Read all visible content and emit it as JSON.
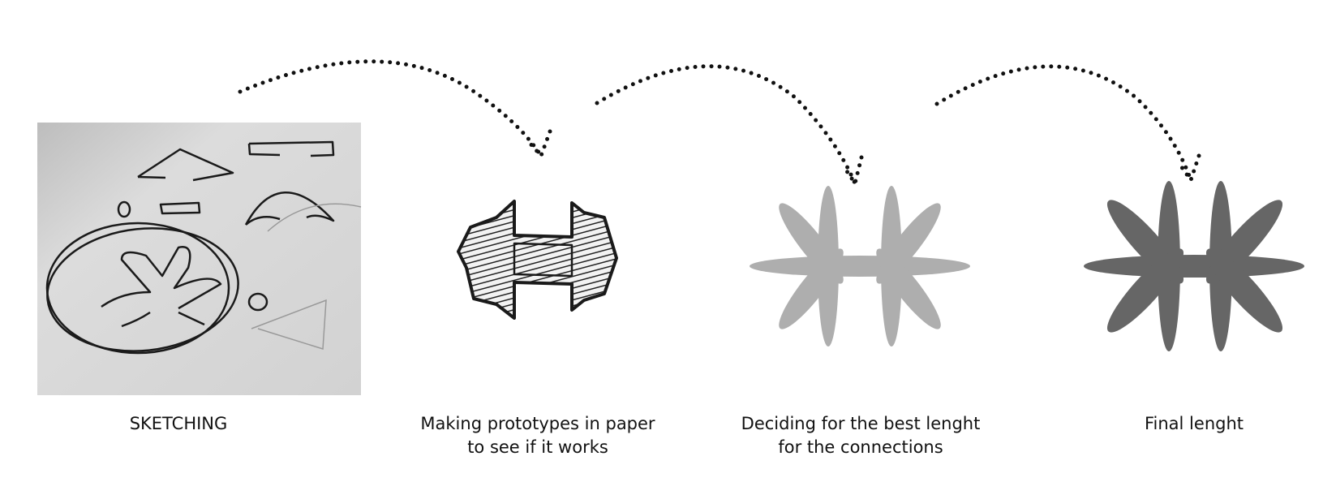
{
  "steps": [
    {
      "id": "sketching",
      "lines": [
        "SKETCHING"
      ]
    },
    {
      "id": "prototypes",
      "lines": [
        "Making prototypes in paper",
        "to see if it works"
      ]
    },
    {
      "id": "deciding",
      "lines": [
        "Deciding for the best lenght",
        "for the connections"
      ]
    },
    {
      "id": "final",
      "lines": [
        "Final lenght"
      ]
    }
  ],
  "colors": {
    "arrow": "#111111",
    "decision_shape": "#aeaeae",
    "final_shape": "#666666",
    "photo_bg": "#d9d9d9",
    "ink": "#1a1a1a"
  }
}
